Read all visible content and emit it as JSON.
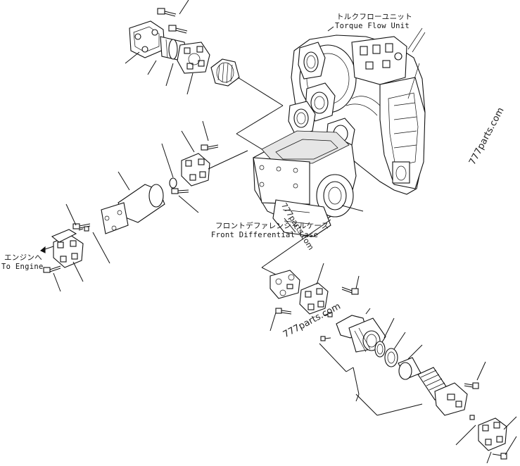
{
  "labels": {
    "torque_flow_jp": "トルクフローユニット",
    "torque_flow_en": "Torque Flow Unit",
    "front_diff_jp": "フロントデファレンシャルケース",
    "front_diff_en": "Front Differential Case",
    "to_engine_jp": "エンジンへ",
    "to_engine_en": "To Engine"
  },
  "watermarks": {
    "right": "777parts.com",
    "middle": "777parts.com",
    "case": "777parts.com"
  },
  "colors": {
    "line": "#111111",
    "background": "#ffffff"
  }
}
